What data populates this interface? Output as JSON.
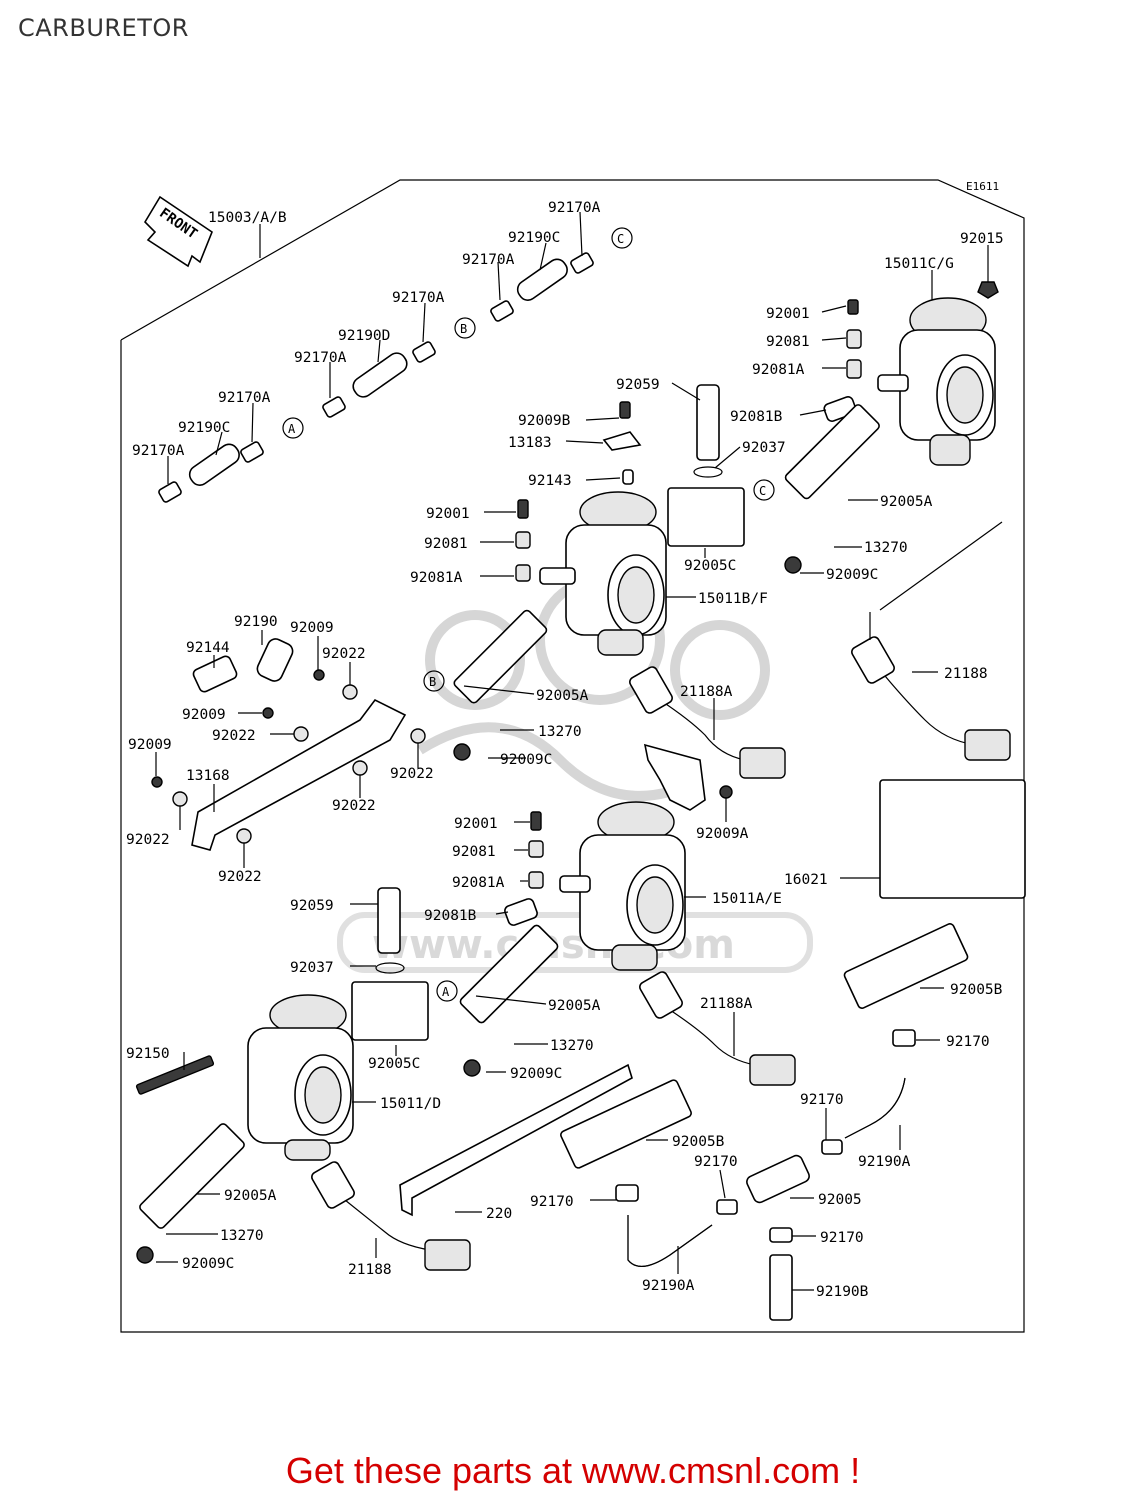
{
  "page": {
    "title": "CARBURETOR",
    "footer": "Get these parts at www.cmsnl.com !"
  },
  "diagram": {
    "code": "E1611",
    "front_label": "FRONT",
    "watermark": "www.cmsnl.com",
    "callouts": [
      "A",
      "B",
      "C"
    ],
    "parts": [
      {
        "id": "15003-a-b",
        "label": "15003/A/B"
      },
      {
        "id": "92170a-1",
        "label": "92170A"
      },
      {
        "id": "92190c-1",
        "label": "92190C"
      },
      {
        "id": "92170a-2",
        "label": "92170A"
      },
      {
        "id": "92170a-3",
        "label": "92170A"
      },
      {
        "id": "92190d",
        "label": "92190D"
      },
      {
        "id": "92170a-4",
        "label": "92170A"
      },
      {
        "id": "92170a-5",
        "label": "92170A"
      },
      {
        "id": "92190c-2",
        "label": "92190C"
      },
      {
        "id": "92170a-6",
        "label": "92170A"
      },
      {
        "id": "92015",
        "label": "92015"
      },
      {
        "id": "15011c-g",
        "label": "15011C/G"
      },
      {
        "id": "92001-1",
        "label": "92001"
      },
      {
        "id": "92081-1",
        "label": "92081"
      },
      {
        "id": "92081a-1",
        "label": "92081A"
      },
      {
        "id": "92081b-1",
        "label": "92081B"
      },
      {
        "id": "92059-1",
        "label": "92059"
      },
      {
        "id": "92009b",
        "label": "92009B"
      },
      {
        "id": "13183",
        "label": "13183"
      },
      {
        "id": "92037-1",
        "label": "92037"
      },
      {
        "id": "92143",
        "label": "92143"
      },
      {
        "id": "92005a-1",
        "label": "92005A"
      },
      {
        "id": "92001-2",
        "label": "92001"
      },
      {
        "id": "92081-2",
        "label": "92081"
      },
      {
        "id": "92081a-2",
        "label": "92081A"
      },
      {
        "id": "92005c-1",
        "label": "92005C"
      },
      {
        "id": "13270-1",
        "label": "13270"
      },
      {
        "id": "92009c-1",
        "label": "92009C"
      },
      {
        "id": "15011b-f",
        "label": "15011B/F"
      },
      {
        "id": "21188-1",
        "label": "21188"
      },
      {
        "id": "92190",
        "label": "92190"
      },
      {
        "id": "92009-1",
        "label": "92009"
      },
      {
        "id": "92144",
        "label": "92144"
      },
      {
        "id": "92022-1",
        "label": "92022"
      },
      {
        "id": "92005a-2",
        "label": "92005A"
      },
      {
        "id": "21188a-1",
        "label": "21188A"
      },
      {
        "id": "92009-2",
        "label": "92009"
      },
      {
        "id": "92022-2",
        "label": "92022"
      },
      {
        "id": "13270-2",
        "label": "13270"
      },
      {
        "id": "92009-3",
        "label": "92009"
      },
      {
        "id": "92009c-2",
        "label": "92009C"
      },
      {
        "id": "92022-3",
        "label": "92022"
      },
      {
        "id": "13168",
        "label": "13168"
      },
      {
        "id": "92022-4",
        "label": "92022"
      },
      {
        "id": "92022-5",
        "label": "92022"
      },
      {
        "id": "92009a",
        "label": "92009A"
      },
      {
        "id": "92022-6",
        "label": "92022"
      },
      {
        "id": "92001-3",
        "label": "92001"
      },
      {
        "id": "16021",
        "label": "16021"
      },
      {
        "id": "92081-3",
        "label": "92081"
      },
      {
        "id": "92081a-3",
        "label": "92081A"
      },
      {
        "id": "15011a-e",
        "label": "15011A/E"
      },
      {
        "id": "92081b-2",
        "label": "92081B"
      },
      {
        "id": "92059-2",
        "label": "92059"
      },
      {
        "id": "92037-2",
        "label": "92037"
      },
      {
        "id": "92005b-1",
        "label": "92005B"
      },
      {
        "id": "92005a-3",
        "label": "92005A"
      },
      {
        "id": "21188a-2",
        "label": "21188A"
      },
      {
        "id": "92170-1",
        "label": "92170"
      },
      {
        "id": "13270-3",
        "label": "13270"
      },
      {
        "id": "92150",
        "label": "92150"
      },
      {
        "id": "92005c-2",
        "label": "92005C"
      },
      {
        "id": "92009c-3",
        "label": "92009C"
      },
      {
        "id": "15011-d",
        "label": "15011/D"
      },
      {
        "id": "92170-2",
        "label": "92170"
      },
      {
        "id": "92005b-2",
        "label": "92005B"
      },
      {
        "id": "92190a-1",
        "label": "92190A"
      },
      {
        "id": "92170-3",
        "label": "92170"
      },
      {
        "id": "92005a-4",
        "label": "92005A"
      },
      {
        "id": "92170-4",
        "label": "92170"
      },
      {
        "id": "92005",
        "label": "92005"
      },
      {
        "id": "220",
        "label": "220"
      },
      {
        "id": "13270-4",
        "label": "13270"
      },
      {
        "id": "92170-5",
        "label": "92170"
      },
      {
        "id": "92009c-4",
        "label": "92009C"
      },
      {
        "id": "21188-2",
        "label": "21188"
      },
      {
        "id": "92190a-2",
        "label": "92190A"
      },
      {
        "id": "92190b",
        "label": "92190B"
      }
    ]
  }
}
